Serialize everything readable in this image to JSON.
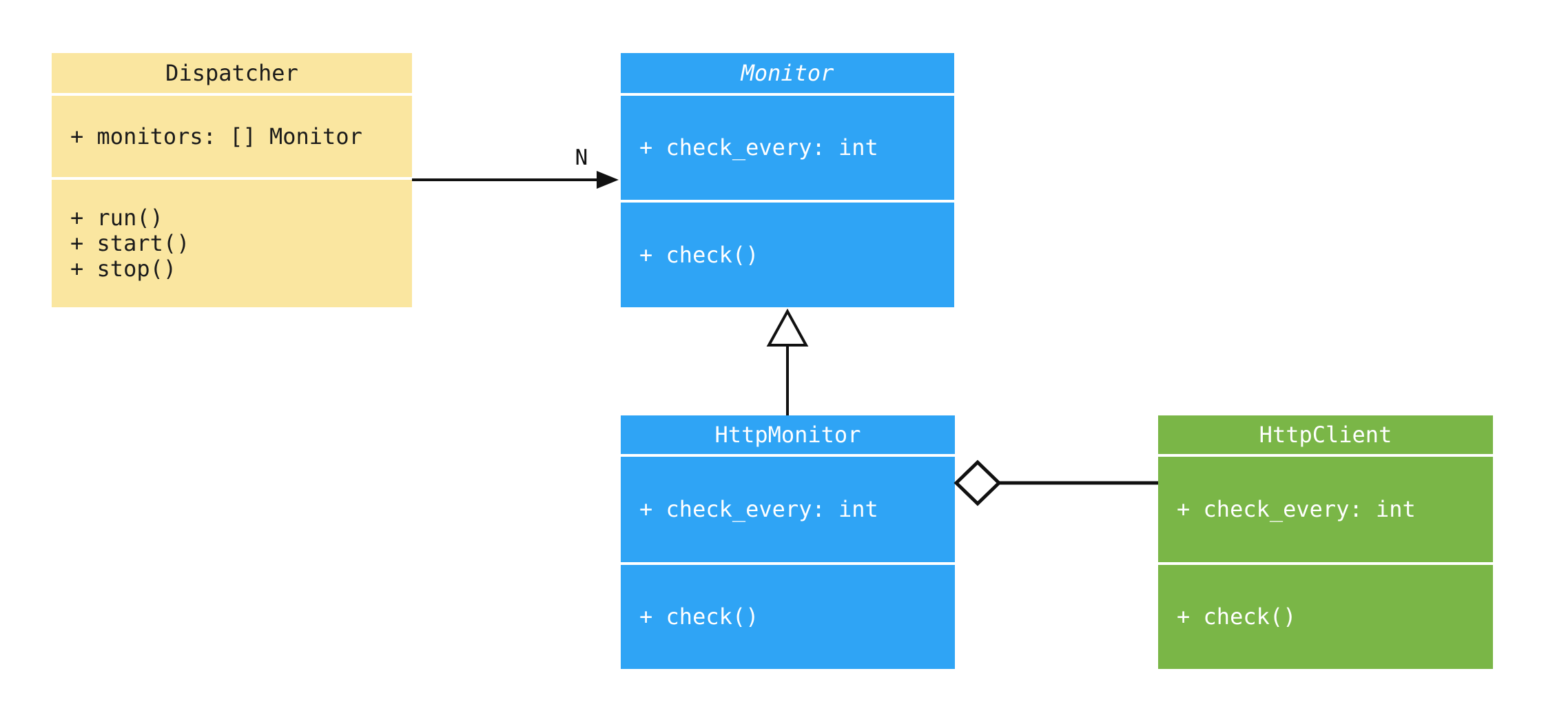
{
  "diagram": {
    "background_color": "#ffffff",
    "line_color": "#111111",
    "classes": [
      {
        "name": "Dispatcher",
        "abstract": false,
        "fill": "#FAE6A0",
        "text_color": "#1a1a1a",
        "attributes": [
          "+ monitors: [] Monitor"
        ],
        "methods": [
          "+ run()",
          "+ start()",
          "+ stop()"
        ]
      },
      {
        "name": "Monitor",
        "abstract": true,
        "fill": "#2FA4F5",
        "text_color": "#ffffff",
        "attributes": [
          "+ check_every: int"
        ],
        "methods": [
          "+ check()"
        ]
      },
      {
        "name": "HttpMonitor",
        "abstract": false,
        "fill": "#2FA4F5",
        "text_color": "#ffffff",
        "attributes": [
          "+ check_every: int"
        ],
        "methods": [
          "+ check()"
        ]
      },
      {
        "name": "HttpClient",
        "abstract": false,
        "fill": "#7AB647",
        "text_color": "#ffffff",
        "attributes": [
          "+ check_every: int"
        ],
        "methods": [
          "+ check()"
        ]
      }
    ],
    "relations": [
      {
        "type": "association",
        "from": "Dispatcher",
        "to": "Monitor",
        "multiplicity": "N"
      },
      {
        "type": "generalization",
        "from": "HttpMonitor",
        "to": "Monitor",
        "multiplicity": ""
      },
      {
        "type": "aggregation",
        "from": "HttpMonitor",
        "to": "HttpClient",
        "multiplicity": ""
      }
    ]
  }
}
